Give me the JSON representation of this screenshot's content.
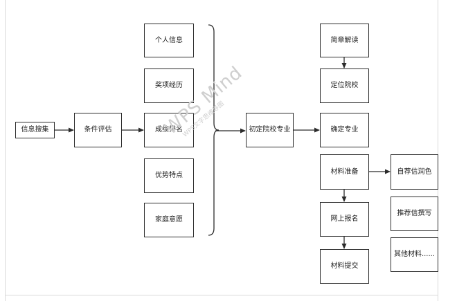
{
  "nodes": {
    "info_collect": "信息搜集",
    "condition_eval": "条件评估",
    "personal_info": "个人信息",
    "awards": "奖项经历",
    "grade_rank": "成绩排名",
    "strengths": "优势特点",
    "family_wish": "家庭意愿",
    "initial_school": "初定院校专业",
    "brochure": "简章解读",
    "locate_school": "定位院校",
    "confirm_major": "确定专业",
    "materials_prep": "材料准备",
    "self_rec": "自荐信润色",
    "rec_letter": "推荐信撰写",
    "other_materials": "其他材料......",
    "online_apply": "网上报名",
    "submit_materials": "材料提交"
  },
  "watermark": {
    "main": "WPS Mind",
    "sub": "WPS文字思维导图"
  },
  "colors": {
    "stroke": "#2b2b2b",
    "frame": "#d9d9d9",
    "watermark": "#cfcfcf"
  }
}
